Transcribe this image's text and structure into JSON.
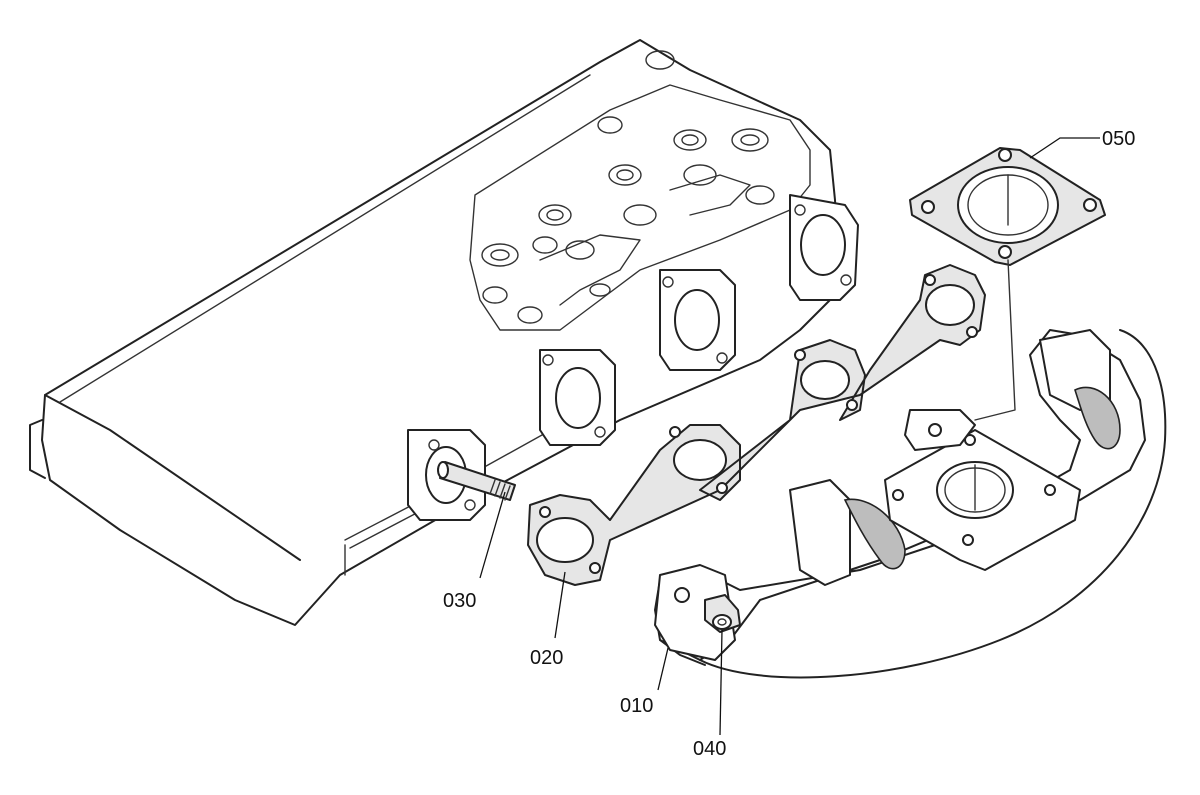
{
  "callouts": {
    "p010": "010",
    "p020": "020",
    "p030": "030",
    "p040": "040",
    "p050": "050"
  }
}
